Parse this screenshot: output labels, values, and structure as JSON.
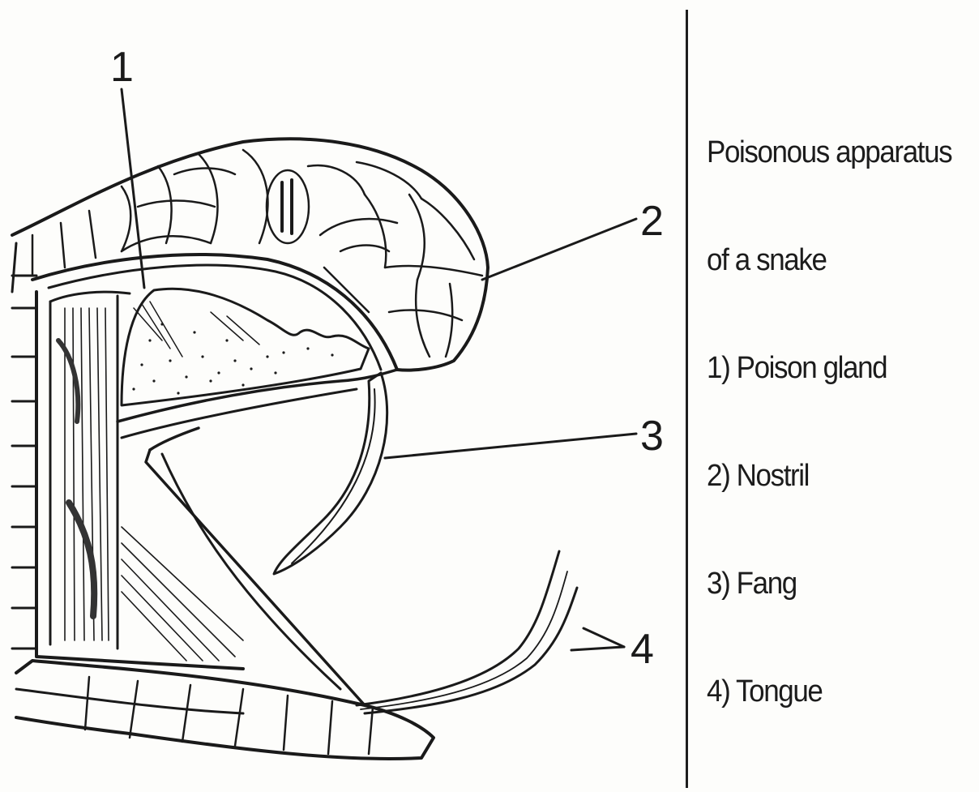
{
  "labels": {
    "n1": "1",
    "n2": "2",
    "n3": "3",
    "n4": "4"
  },
  "caption": {
    "title_line1": "Poisonous apparatus",
    "title_line2": "of a snake",
    "items": [
      "1) Poison gland",
      "2) Nostril",
      "3) Fang",
      "4) Tongue"
    ]
  },
  "colors": {
    "ink": "#1a1a1a",
    "paper": "#fdfdfb"
  }
}
